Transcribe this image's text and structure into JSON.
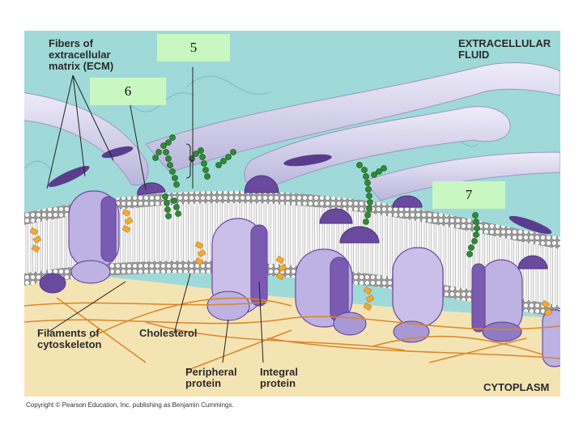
{
  "labels": {
    "ecm": "Fibers of\nextracellular\nmatrix (ECM)",
    "extracellular": "EXTRACELLULAR\nFLUID",
    "cytoskeleton": "Filaments of\ncytoskeleton",
    "cholesterol": "Cholesterol",
    "peripheral": "Peripheral\nprotein",
    "integral": "Integral\nprotein",
    "cytoplasm": "CYTOPLASM"
  },
  "number_boxes": {
    "box_5": "5",
    "box_6": "6",
    "box_7": "7"
  },
  "copyright": "Copyright © Pearson Education, Inc. publishing as Benjamin Cummings.",
  "colors": {
    "fluid": "#9fdad8",
    "cytoplasm": "#f5e4b3",
    "fiber": "#d9d6f0",
    "protein": "#bdb2e2",
    "protein_dark": "#6a4a9e",
    "carbohydrate": "#3b8f3b",
    "cholesterol": "#f1a930",
    "number_box": "#c9f7c1"
  }
}
